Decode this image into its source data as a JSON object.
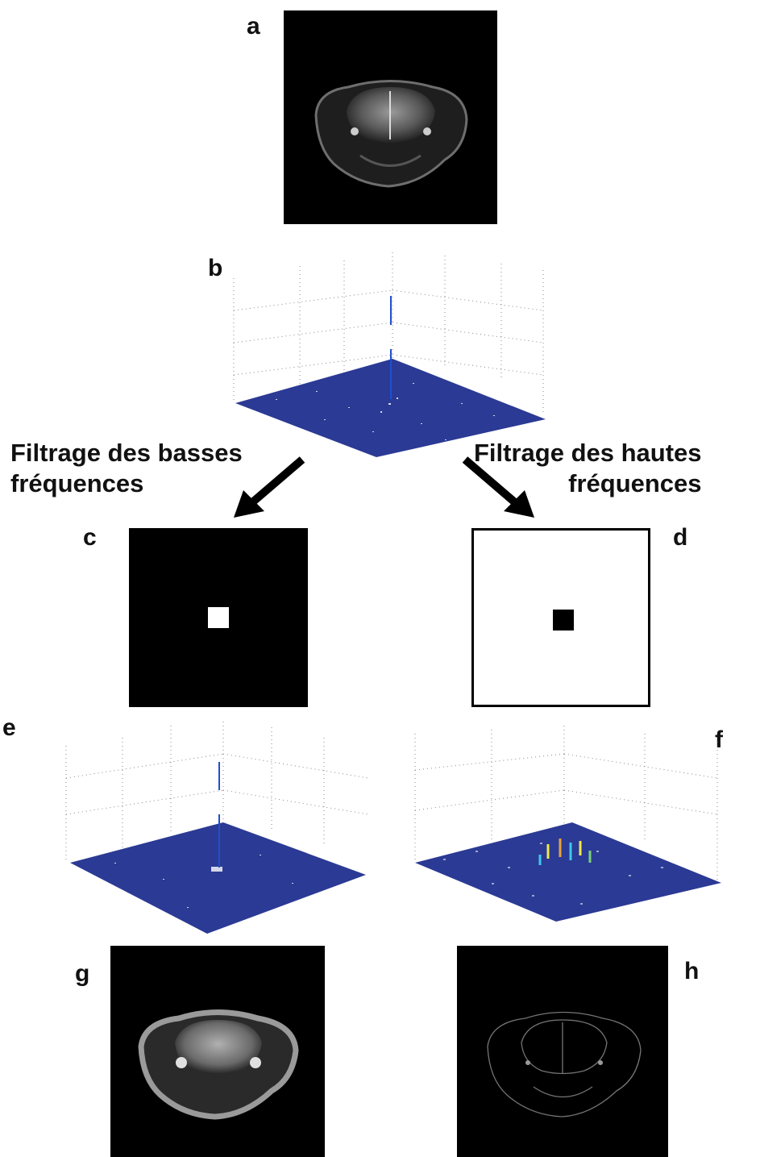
{
  "panels": {
    "a": "a",
    "b": "b",
    "c": "c",
    "d": "d",
    "e": "e",
    "f": "f",
    "g": "g",
    "h": "h"
  },
  "captions": {
    "low": {
      "line1": "Filtrage des  basses",
      "line2": "fréquences"
    },
    "high": {
      "line1": "Filtrage des  hautes",
      "line2": "fréquences"
    }
  },
  "colors": {
    "spectrum_surface": "#2b3a94",
    "spectrum_peak": "#1f4fd0",
    "mask_dark": "#000000",
    "mask_light": "#ffffff",
    "hot_spots": [
      "#f2e94a",
      "#e8a23a",
      "#3cc9e8",
      "#7ad17a"
    ]
  },
  "icons": [
    "arrow-down-left-icon",
    "arrow-down-right-icon"
  ]
}
